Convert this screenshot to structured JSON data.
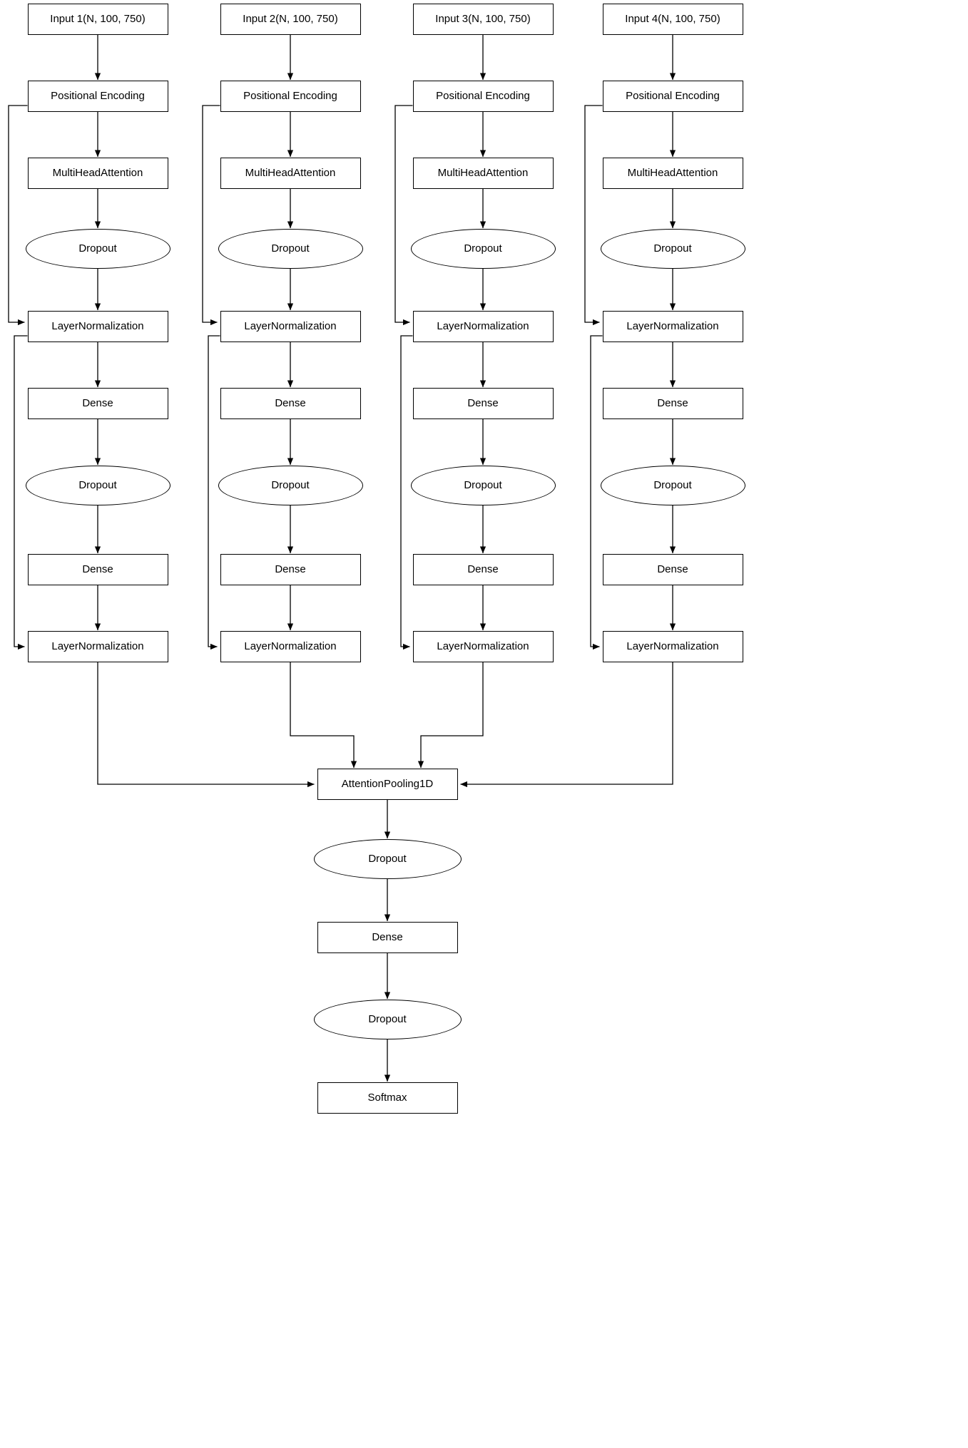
{
  "diagram": {
    "type": "neural-network-architecture-flowchart",
    "title": "",
    "branch_count": 4,
    "shapes": {
      "rectangle": "process-block",
      "ellipse": "dropout-block"
    },
    "branches": [
      {
        "id": "branch-1",
        "nodes": [
          {
            "label": "Input 1(N, 100, 750)",
            "shape": "rect"
          },
          {
            "label": "Positional Encoding",
            "shape": "rect"
          },
          {
            "label": "MultiHeadAttention",
            "shape": "rect"
          },
          {
            "label": "Dropout",
            "shape": "ellipse"
          },
          {
            "label": "LayerNormalization",
            "shape": "rect"
          },
          {
            "label": "Dense",
            "shape": "rect"
          },
          {
            "label": "Dropout",
            "shape": "ellipse"
          },
          {
            "label": "Dense",
            "shape": "rect"
          },
          {
            "label": "LayerNormalization",
            "shape": "rect"
          }
        ]
      },
      {
        "id": "branch-2",
        "nodes": [
          {
            "label": "Input 2(N, 100, 750)",
            "shape": "rect"
          },
          {
            "label": "Positional Encoding",
            "shape": "rect"
          },
          {
            "label": "MultiHeadAttention",
            "shape": "rect"
          },
          {
            "label": "Dropout",
            "shape": "ellipse"
          },
          {
            "label": "LayerNormalization",
            "shape": "rect"
          },
          {
            "label": "Dense",
            "shape": "rect"
          },
          {
            "label": "Dropout",
            "shape": "ellipse"
          },
          {
            "label": "Dense",
            "shape": "rect"
          },
          {
            "label": "LayerNormalization",
            "shape": "rect"
          }
        ]
      },
      {
        "id": "branch-3",
        "nodes": [
          {
            "label": "Input 3(N, 100, 750)",
            "shape": "rect"
          },
          {
            "label": "Positional Encoding",
            "shape": "rect"
          },
          {
            "label": "MultiHeadAttention",
            "shape": "rect"
          },
          {
            "label": "Dropout",
            "shape": "ellipse"
          },
          {
            "label": "LayerNormalization",
            "shape": "rect"
          },
          {
            "label": "Dense",
            "shape": "rect"
          },
          {
            "label": "Dropout",
            "shape": "ellipse"
          },
          {
            "label": "Dense",
            "shape": "rect"
          },
          {
            "label": "LayerNormalization",
            "shape": "rect"
          }
        ]
      },
      {
        "id": "branch-4",
        "nodes": [
          {
            "label": "Input 4(N, 100, 750)",
            "shape": "rect"
          },
          {
            "label": "Positional Encoding",
            "shape": "rect"
          },
          {
            "label": "MultiHeadAttention",
            "shape": "rect"
          },
          {
            "label": "Dropout",
            "shape": "ellipse"
          },
          {
            "label": "LayerNormalization",
            "shape": "rect"
          },
          {
            "label": "Dense",
            "shape": "rect"
          },
          {
            "label": "Dropout",
            "shape": "ellipse"
          },
          {
            "label": "Dense",
            "shape": "rect"
          },
          {
            "label": "LayerNormalization",
            "shape": "rect"
          }
        ]
      }
    ],
    "trunk": [
      {
        "label": "AttentionPooling1D",
        "shape": "rect"
      },
      {
        "label": "Dropout",
        "shape": "ellipse"
      },
      {
        "label": "Dense",
        "shape": "rect"
      },
      {
        "label": "Dropout",
        "shape": "ellipse"
      },
      {
        "label": "Softmax",
        "shape": "rect"
      }
    ],
    "colors": {
      "stroke": "#000000",
      "fill": "#ffffff",
      "text": "#000000"
    }
  }
}
